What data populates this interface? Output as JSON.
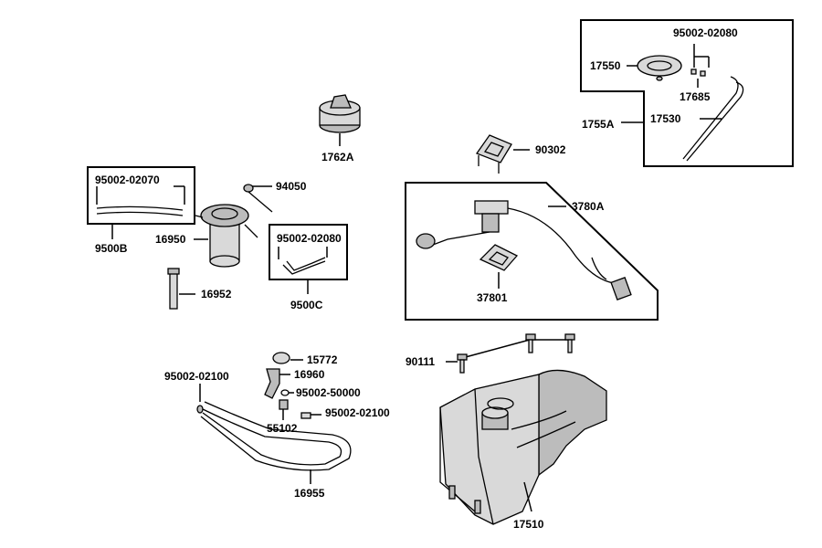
{
  "labels": {
    "p95002_02080_top": "95002-02080",
    "p17550": "17550",
    "p17685": "17685",
    "p1755A": "1755A",
    "p17530": "17530",
    "p1762A": "1762A",
    "p90302": "90302",
    "p3780A": "3780A",
    "p37801": "37801",
    "p95002_02070": "95002-02070",
    "p94050": "94050",
    "p9500B": "9500B",
    "p16950": "16950",
    "p95002_02080_mid": "95002-02080",
    "p16952": "16952",
    "p9500C": "9500C",
    "p15772": "15772",
    "p95002_02100_left": "95002-02100",
    "p16960": "16960",
    "p95002_50000": "95002-50000",
    "p95002_02100_right": "95002-02100",
    "p55102": "55102",
    "p16955": "16955",
    "p90111": "90111",
    "p17510": "17510"
  }
}
